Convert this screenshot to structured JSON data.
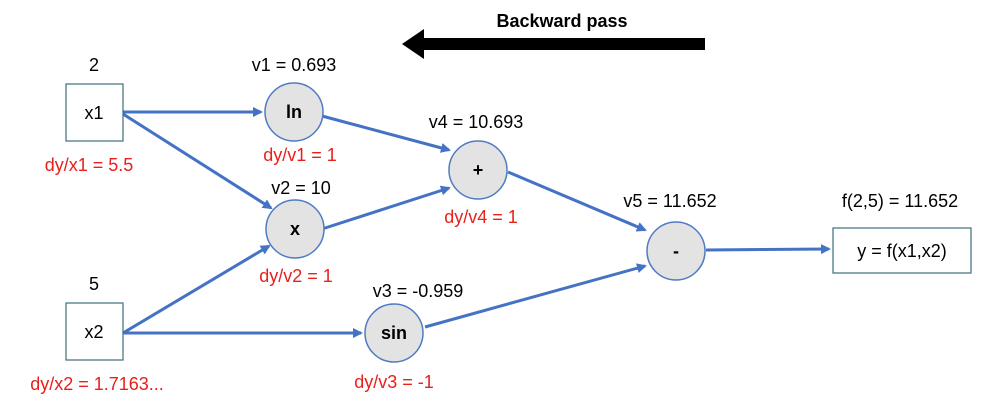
{
  "header": {
    "title": "Backward pass"
  },
  "inputs": {
    "x1": {
      "label": "x1",
      "value": "2",
      "grad": "dy/x1 = 5.5"
    },
    "x2": {
      "label": "x2",
      "value": "5",
      "grad": "dy/x2 = 1.7163..."
    }
  },
  "nodes": {
    "v1": {
      "op": "ln",
      "value": "v1 = 0.693",
      "grad": "dy/v1 = 1"
    },
    "v2": {
      "op": "x",
      "value": "v2 = 10",
      "grad": "dy/v2 = 1"
    },
    "v3": {
      "op": "sin",
      "value": "v3 = -0.959",
      "grad": "dy/v3 = -1"
    },
    "v4": {
      "op": "+",
      "value": "v4 = 10.693",
      "grad": "dy/v4 = 1"
    },
    "v5": {
      "op": "-",
      "value": "v5 = 11.652"
    }
  },
  "output": {
    "label": "y = f(x1,x2)",
    "value": "f(2,5) = 11.652"
  },
  "colors": {
    "gradient_text": "#e8201d",
    "edge": "#4472c4",
    "node_fill": "#e3e3e3",
    "arrow": "#000000"
  }
}
